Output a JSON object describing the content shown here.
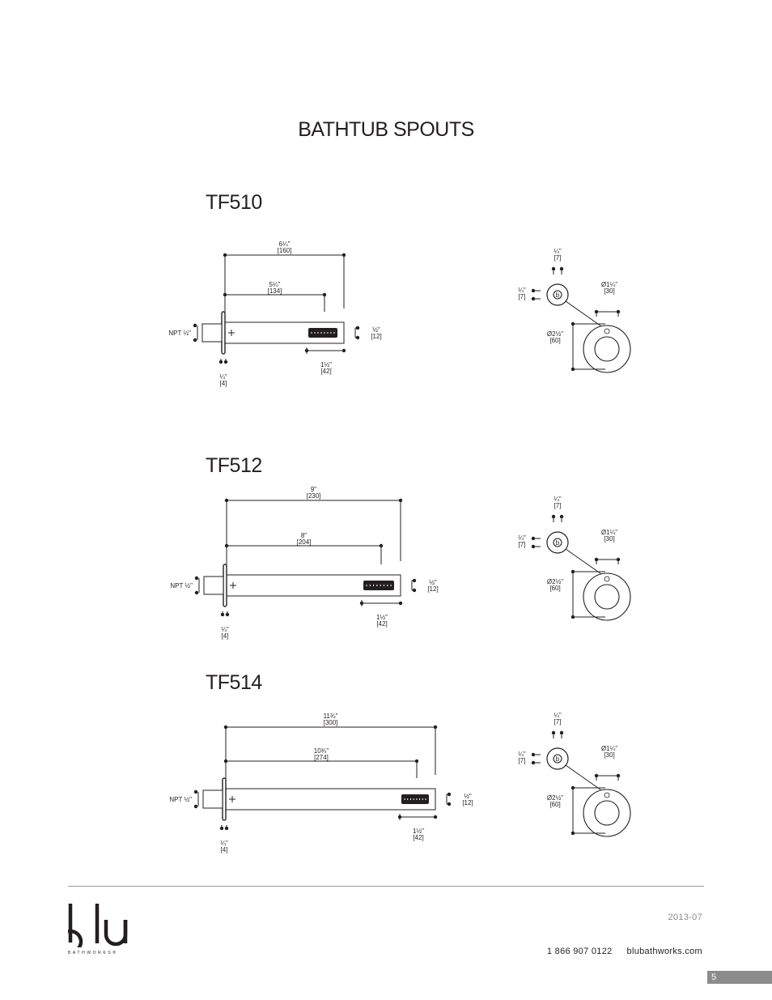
{
  "page": {
    "title": "BATHTUB SPOUTS"
  },
  "models": [
    {
      "name": "TF510",
      "dims": {
        "overall": [
          "6¼\"",
          "[160]"
        ],
        "spout": [
          "5¼\"",
          "[134]"
        ],
        "height": [
          "½\"",
          "[12]"
        ],
        "aerator": [
          "1½\"",
          "[42]"
        ],
        "flange": [
          "¼\"",
          "[4]"
        ],
        "npt": "NPT ½\""
      }
    },
    {
      "name": "TF512",
      "dims": {
        "overall": [
          "9\"",
          "[230]"
        ],
        "spout": [
          "8\"",
          "[204]"
        ],
        "height": [
          "½\"",
          "[12]"
        ],
        "aerator": [
          "1½\"",
          "[42]"
        ],
        "flange": [
          "¼\"",
          "[4]"
        ],
        "npt": "NPT ½\""
      }
    },
    {
      "name": "TF514",
      "dims": {
        "overall": [
          "11¾\"",
          "[300]"
        ],
        "spout": [
          "10¾\"",
          "[274]"
        ],
        "height": [
          "½\"",
          "[12]"
        ],
        "aerator": [
          "1½\"",
          "[42]"
        ],
        "flange": [
          "¼\"",
          "[4]"
        ],
        "npt": "NPT ½\""
      }
    }
  ],
  "end_view": {
    "top": [
      "¼\"",
      "[7]"
    ],
    "side": [
      "¼\"",
      "[7]"
    ],
    "small_dia": [
      "Ø1¼\"",
      "[30]"
    ],
    "large_dia": [
      "Ø2½\"",
      "[60]"
    ],
    "logo_glyph": "b"
  },
  "footer": {
    "brand": "blu",
    "brand_sub": "BATHWORKS®",
    "date": "2013-07",
    "phone": "1 866 907 0122",
    "website": "blubathworks.com",
    "page_number": "5"
  }
}
